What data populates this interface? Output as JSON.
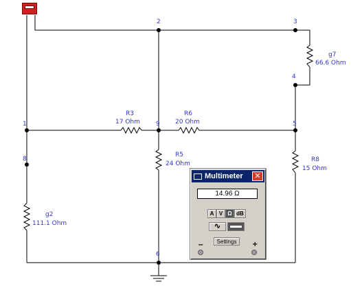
{
  "schematic": {
    "nodes": [
      "1",
      "2",
      "3",
      "4",
      "5",
      "6",
      "8",
      "9"
    ],
    "components": [
      {
        "name": "R3",
        "value": "17  Ohm"
      },
      {
        "name": "R6",
        "value": "20  Ohm"
      },
      {
        "name": "R5",
        "value": "24  Ohm"
      },
      {
        "name": "R8",
        "value": "15  Ohm"
      },
      {
        "name": "g7",
        "value": "66.6  Ohm"
      },
      {
        "name": "g2",
        "value": "111.1  Ohm"
      }
    ]
  },
  "multimeter": {
    "title": "Multimeter",
    "close_symbol": "✕",
    "reading": "14.96  Ω",
    "modes": [
      "A",
      "V",
      "Ω",
      "dB"
    ],
    "selected_mode": "Ω",
    "ac_symbol": "∿",
    "settings_label": "Settings",
    "minus_label": "−",
    "plus_label": "+"
  },
  "colors": {
    "label": "#3333cc",
    "titlebar": "#0a246a",
    "probe": "#cc2222"
  },
  "icons": [
    "multimeter-probe-icon",
    "ground-icon",
    "close-icon",
    "ac-wave-icon",
    "dc-line-icon"
  ]
}
